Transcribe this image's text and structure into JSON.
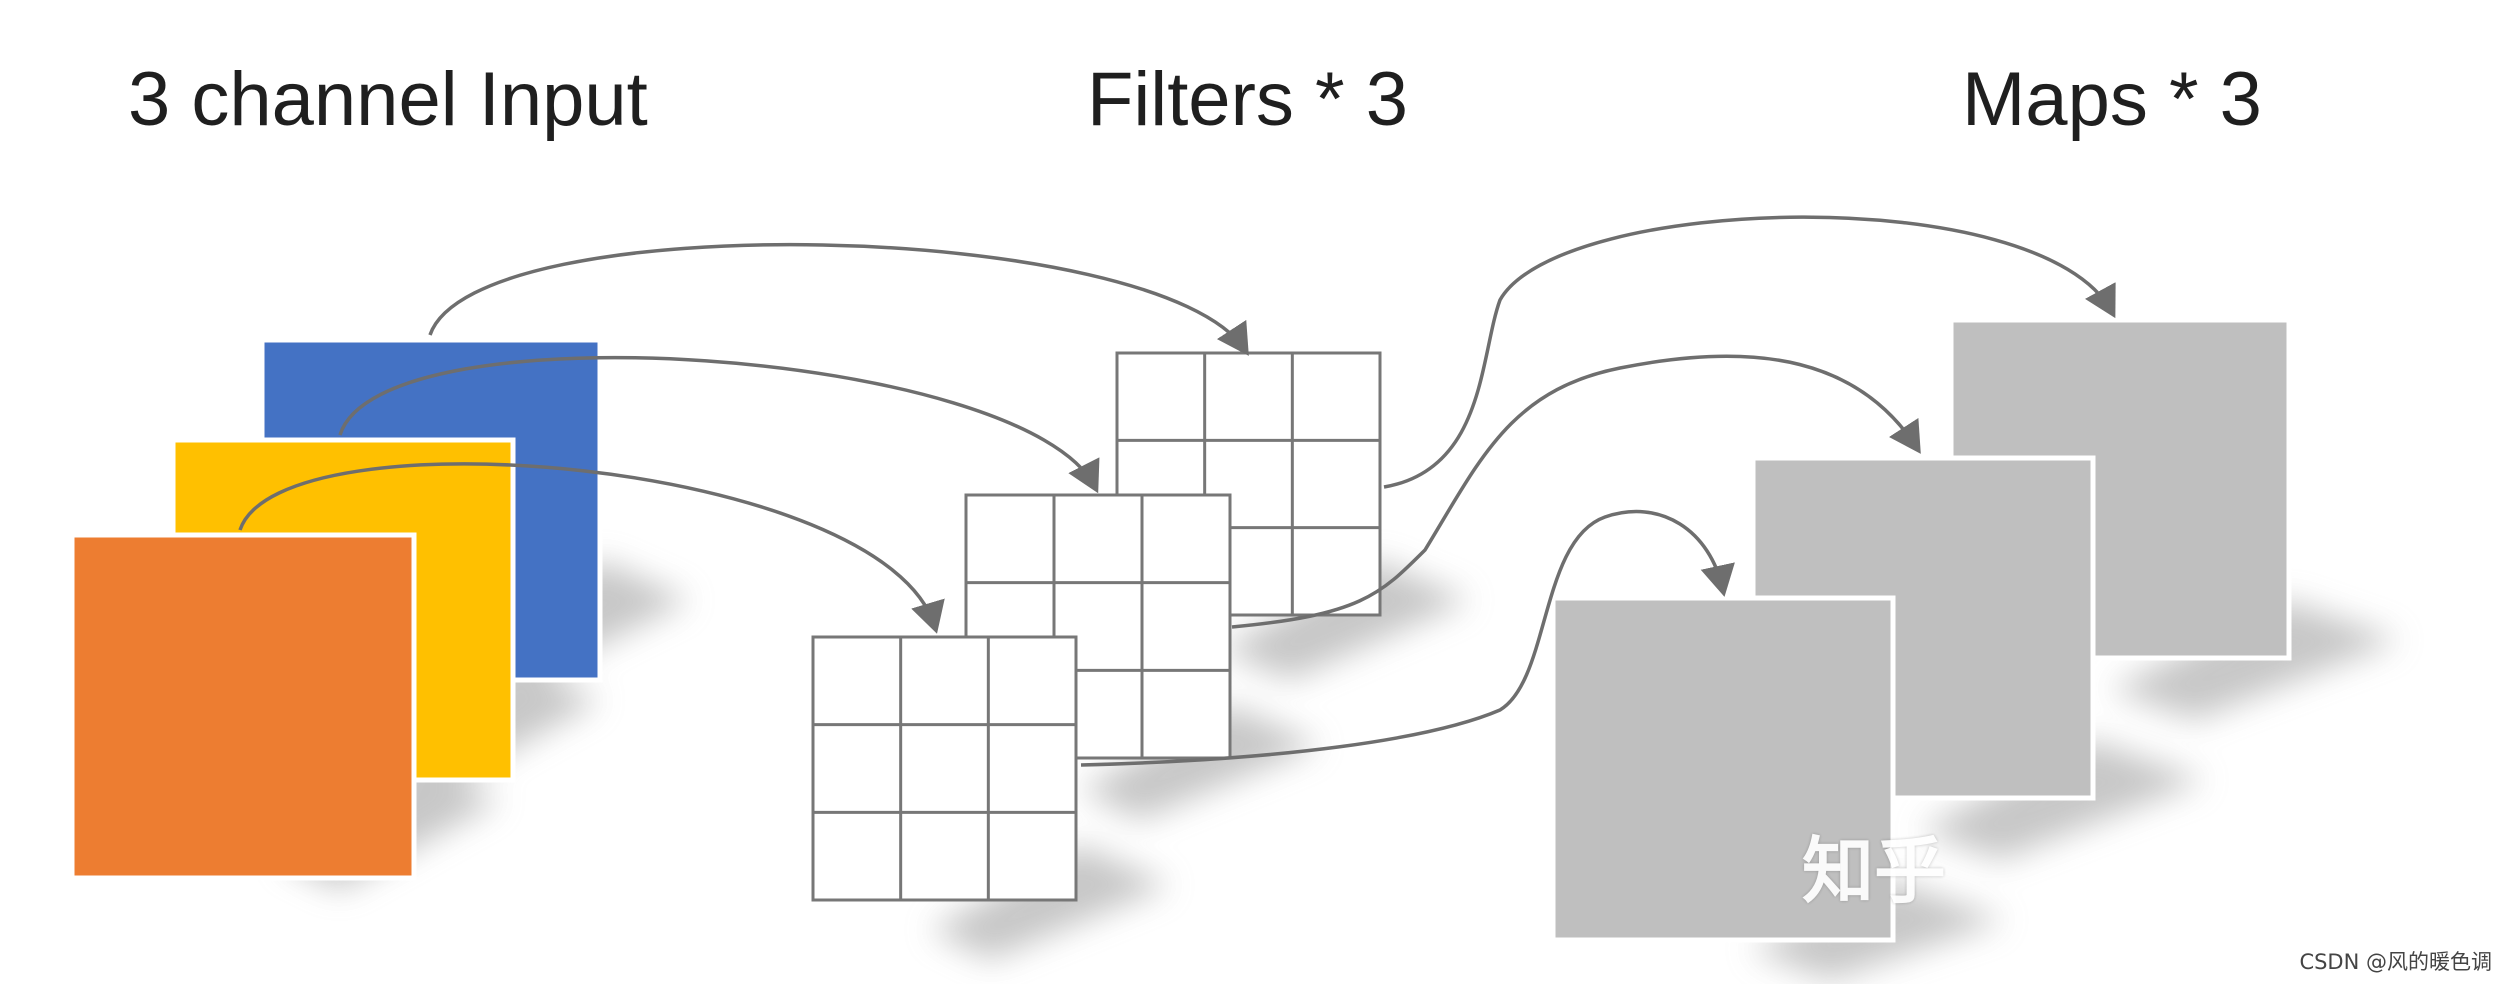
{
  "titles": {
    "input": "3 channel Input",
    "filters": "Filters * 3",
    "maps": "Maps * 3"
  },
  "input_channels": [
    {
      "color": "#4472C4"
    },
    {
      "color": "#FFC000"
    },
    {
      "color": "#ED7D31"
    }
  ],
  "filter_grid": {
    "rows": 3,
    "cols": 3
  },
  "map_color": "#BFBFBF",
  "watermark": "知乎",
  "credit": "CSDN @风的暖色调"
}
